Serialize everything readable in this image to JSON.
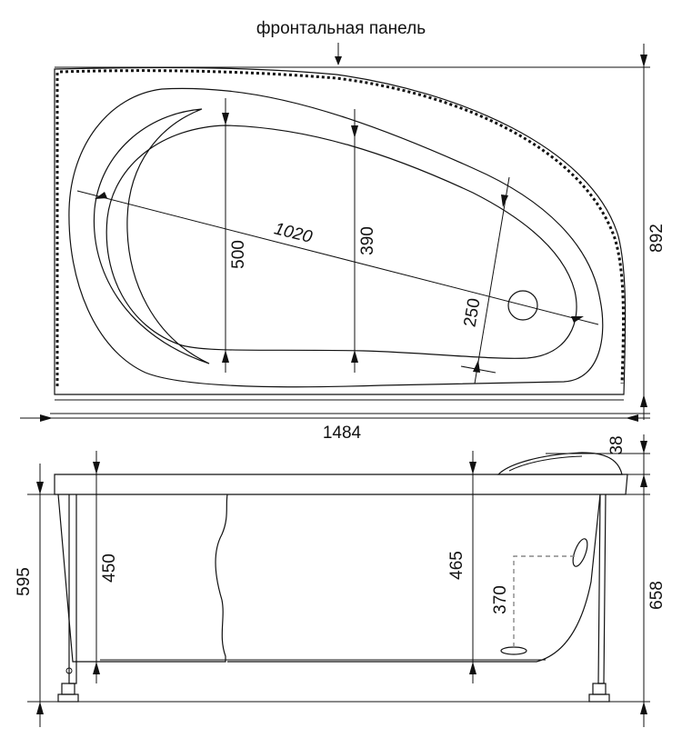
{
  "front_panel_label": "фронтальная панель",
  "top_view": {
    "diagonal": "1020",
    "depth_left": "500",
    "depth_center": "390",
    "depth_right": "250",
    "overall_depth": "892",
    "overall_length": "1484"
  },
  "side_view": {
    "headrest_height": "38",
    "leg_height": "595",
    "inner_depth_left": "450",
    "inner_depth_right": "465",
    "drain_height": "370",
    "overall_height": "658"
  }
}
